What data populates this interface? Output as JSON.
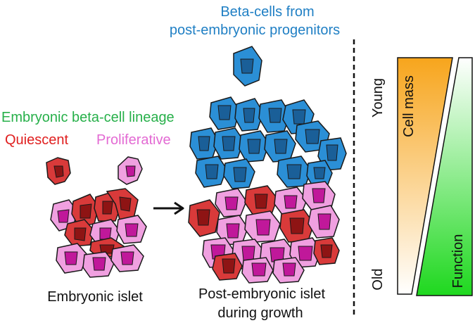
{
  "labels": {
    "beta_progenitors_line1": "Beta-cells from",
    "beta_progenitors_line2": "post-embryonic progenitors",
    "embryonic_lineage": "Embryonic beta-cell lineage",
    "quiescent": "Quiescent",
    "proliferative": "Proliferative",
    "embryonic_islet": "Embryonic islet",
    "post_embryonic_line1": "Post-embryonic islet",
    "post_embryonic_line2": "during growth",
    "young": "Young",
    "old": "Old",
    "cell_mass": "Cell mass",
    "function": "Function"
  },
  "colors": {
    "blue_cell": "#2b8fd6",
    "blue_nucleus": "#1a5f98",
    "quiescent_cell": "#d93a3a",
    "quiescent_nucleus": "#8e1414",
    "proliferative_cell": "#f0a0e0",
    "proliferative_nucleus": "#c0189a",
    "blue_text": "#1f7fc4",
    "green_text": "#27b04a",
    "red_text": "#e02020",
    "pink_text": "#e36ad3",
    "cell_mass_fill": "#f7a51c",
    "function_fill": "#1ed81e"
  },
  "icons": {
    "arrow": "right-arrow-icon"
  }
}
